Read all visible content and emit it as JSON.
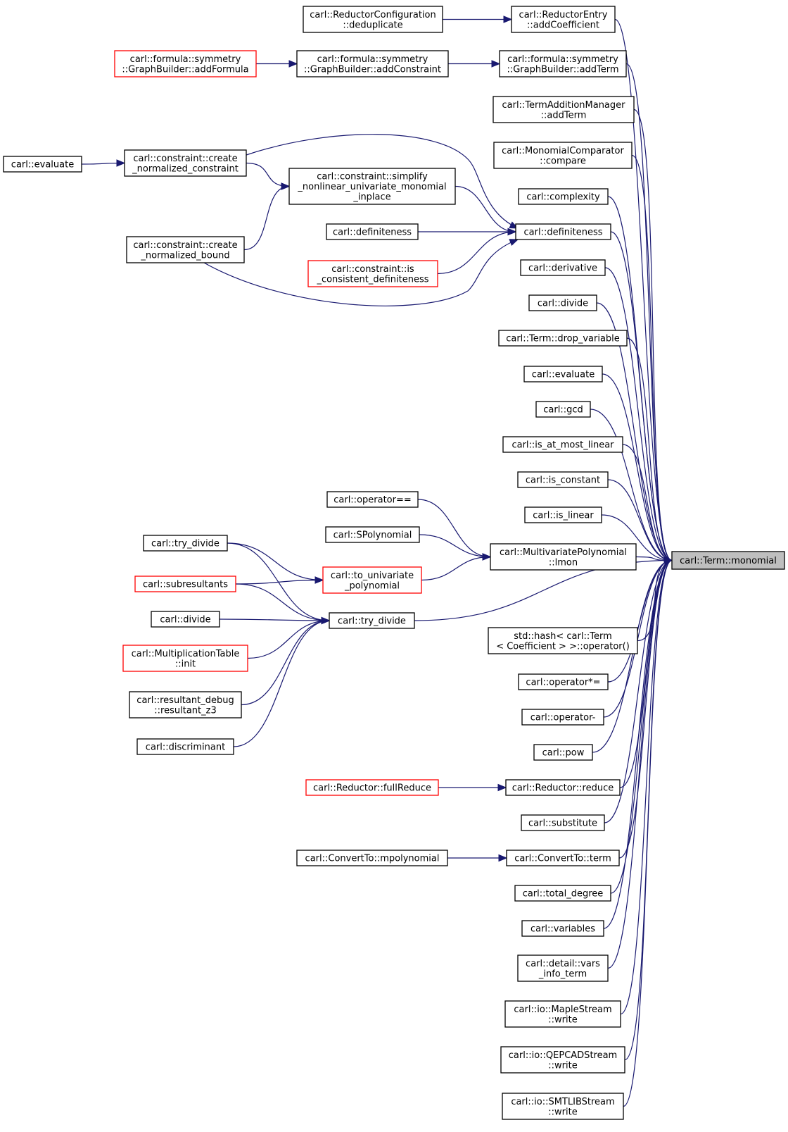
{
  "graph": {
    "target": "carl::Term::monomial",
    "colors": {
      "edge": "#191970",
      "node_border": "#000000",
      "node_border_undocumented": "#ff0000",
      "target_fill": "#bfbfbf"
    },
    "nodes": {
      "monomial": {
        "lines": [
          "carl::Term::monomial"
        ],
        "style": "target"
      },
      "re_addCoefficient": {
        "lines": [
          "carl::ReductorEntry",
          "::addCoefficient"
        ],
        "style": "normal"
      },
      "rc_deduplicate": {
        "lines": [
          "carl::ReductorConfiguration",
          "::deduplicate"
        ],
        "style": "normal"
      },
      "gb_addTerm": {
        "lines": [
          "carl::formula::symmetry",
          "::GraphBuilder::addTerm"
        ],
        "style": "normal"
      },
      "gb_addConstraint": {
        "lines": [
          "carl::formula::symmetry",
          "::GraphBuilder::addConstraint"
        ],
        "style": "normal"
      },
      "gb_addFormula": {
        "lines": [
          "carl::formula::symmetry",
          "::GraphBuilder::addFormula"
        ],
        "style": "red"
      },
      "tam_addTerm": {
        "lines": [
          "carl::TermAdditionManager",
          "::addTerm"
        ],
        "style": "normal"
      },
      "mc_compare": {
        "lines": [
          "carl::MonomialComparator",
          "::compare"
        ],
        "style": "normal"
      },
      "complexity": {
        "lines": [
          "carl::complexity"
        ],
        "style": "normal"
      },
      "definiteness_main": {
        "lines": [
          "carl::definiteness"
        ],
        "style": "normal"
      },
      "definiteness_b": {
        "lines": [
          "carl::definiteness"
        ],
        "style": "normal"
      },
      "simplify": {
        "lines": [
          "carl::constraint::simplify",
          "_nonlinear_univariate_monomial",
          "_inplace"
        ],
        "style": "normal"
      },
      "create_constraint": {
        "lines": [
          "carl::constraint::create",
          "_normalized_constraint"
        ],
        "style": "normal"
      },
      "create_bound": {
        "lines": [
          "carl::constraint::create",
          "_normalized_bound"
        ],
        "style": "normal"
      },
      "evaluate_left": {
        "lines": [
          "carl::evaluate"
        ],
        "style": "normal"
      },
      "is_consistent": {
        "lines": [
          "carl::constraint::is",
          "_consistent_definiteness"
        ],
        "style": "red"
      },
      "derivative": {
        "lines": [
          "carl::derivative"
        ],
        "style": "normal"
      },
      "divide_main": {
        "lines": [
          "carl::divide"
        ],
        "style": "normal"
      },
      "drop_variable": {
        "lines": [
          "carl::Term::drop_variable"
        ],
        "style": "normal"
      },
      "evaluate_main": {
        "lines": [
          "carl::evaluate"
        ],
        "style": "normal"
      },
      "gcd": {
        "lines": [
          "carl::gcd"
        ],
        "style": "normal"
      },
      "is_at_most_linear": {
        "lines": [
          "carl::is_at_most_linear"
        ],
        "style": "normal"
      },
      "is_constant": {
        "lines": [
          "carl::is_constant"
        ],
        "style": "normal"
      },
      "is_linear": {
        "lines": [
          "carl::is_linear"
        ],
        "style": "normal"
      },
      "operator_eq": {
        "lines": [
          "carl::operator=="
        ],
        "style": "normal"
      },
      "spolynomial": {
        "lines": [
          "carl::SPolynomial"
        ],
        "style": "normal"
      },
      "mp_lmon": {
        "lines": [
          "carl::MultivariatePolynomial",
          "::lmon"
        ],
        "style": "normal"
      },
      "to_univariate": {
        "lines": [
          "carl::to_univariate",
          "_polynomial"
        ],
        "style": "red"
      },
      "try_divide_b": {
        "lines": [
          "carl::try_divide"
        ],
        "style": "normal"
      },
      "subresultants": {
        "lines": [
          "carl::subresultants"
        ],
        "style": "red"
      },
      "try_divide_main": {
        "lines": [
          "carl::try_divide"
        ],
        "style": "normal"
      },
      "divide_b": {
        "lines": [
          "carl::divide"
        ],
        "style": "normal"
      },
      "mt_init": {
        "lines": [
          "carl::MultiplicationTable",
          "::init"
        ],
        "style": "red"
      },
      "resultant_z3": {
        "lines": [
          "carl::resultant_debug",
          "::resultant_z3"
        ],
        "style": "normal"
      },
      "discriminant": {
        "lines": [
          "carl::discriminant"
        ],
        "style": "normal"
      },
      "std_hash": {
        "lines": [
          "std::hash< carl::Term",
          "< Coefficient > >::operator()"
        ],
        "style": "normal"
      },
      "operator_mul": {
        "lines": [
          "carl::operator*="
        ],
        "style": "normal"
      },
      "operator_minus": {
        "lines": [
          "carl::operator-"
        ],
        "style": "normal"
      },
      "pow": {
        "lines": [
          "carl::pow"
        ],
        "style": "normal"
      },
      "reductor_reduce": {
        "lines": [
          "carl::Reductor::reduce"
        ],
        "style": "normal"
      },
      "full_reduce": {
        "lines": [
          "carl::Reductor::fullReduce"
        ],
        "style": "red"
      },
      "substitute": {
        "lines": [
          "carl::substitute"
        ],
        "style": "normal"
      },
      "convert_term": {
        "lines": [
          "carl::ConvertTo::term"
        ],
        "style": "normal"
      },
      "convert_mpoly": {
        "lines": [
          "carl::ConvertTo::mpolynomial"
        ],
        "style": "normal"
      },
      "total_degree": {
        "lines": [
          "carl::total_degree"
        ],
        "style": "normal"
      },
      "variables": {
        "lines": [
          "carl::variables"
        ],
        "style": "normal"
      },
      "vars_info_term": {
        "lines": [
          "carl::detail::vars",
          "_info_term"
        ],
        "style": "normal"
      },
      "maple_write": {
        "lines": [
          "carl::io::MapleStream",
          "::write"
        ],
        "style": "normal"
      },
      "qepcad_write": {
        "lines": [
          "carl::io::QEPCADStream",
          "::write"
        ],
        "style": "normal"
      },
      "smtlib_write": {
        "lines": [
          "carl::io::SMTLIBStream",
          "::write"
        ],
        "style": "normal"
      }
    },
    "edges": [
      [
        "rc_deduplicate",
        "re_addCoefficient"
      ],
      [
        "gb_addFormula",
        "gb_addConstraint"
      ],
      [
        "gb_addConstraint",
        "gb_addTerm"
      ],
      [
        "evaluate_left",
        "create_constraint"
      ],
      [
        "create_constraint",
        "simplify"
      ],
      [
        "create_constraint",
        "definiteness_main"
      ],
      [
        "create_bound",
        "simplify"
      ],
      [
        "create_bound",
        "definiteness_main"
      ],
      [
        "simplify",
        "definiteness_main"
      ],
      [
        "definiteness_b",
        "definiteness_main"
      ],
      [
        "is_consistent",
        "definiteness_main"
      ],
      [
        "operator_eq",
        "mp_lmon"
      ],
      [
        "spolynomial",
        "mp_lmon"
      ],
      [
        "to_univariate",
        "mp_lmon"
      ],
      [
        "try_divide_b",
        "to_univariate"
      ],
      [
        "subresultants",
        "to_univariate"
      ],
      [
        "try_divide_b",
        "try_divide_main"
      ],
      [
        "subresultants",
        "try_divide_main"
      ],
      [
        "divide_b",
        "try_divide_main"
      ],
      [
        "mt_init",
        "try_divide_main"
      ],
      [
        "resultant_z3",
        "try_divide_main"
      ],
      [
        "discriminant",
        "try_divide_main"
      ],
      [
        "full_reduce",
        "reductor_reduce"
      ],
      [
        "convert_mpoly",
        "convert_term"
      ],
      [
        "re_addCoefficient",
        "monomial"
      ],
      [
        "gb_addTerm",
        "monomial"
      ],
      [
        "tam_addTerm",
        "monomial"
      ],
      [
        "mc_compare",
        "monomial"
      ],
      [
        "complexity",
        "monomial"
      ],
      [
        "definiteness_main",
        "monomial"
      ],
      [
        "derivative",
        "monomial"
      ],
      [
        "divide_main",
        "monomial"
      ],
      [
        "drop_variable",
        "monomial"
      ],
      [
        "evaluate_main",
        "monomial"
      ],
      [
        "gcd",
        "monomial"
      ],
      [
        "is_at_most_linear",
        "monomial"
      ],
      [
        "is_constant",
        "monomial"
      ],
      [
        "is_linear",
        "monomial"
      ],
      [
        "mp_lmon",
        "monomial"
      ],
      [
        "try_divide_main",
        "monomial"
      ],
      [
        "std_hash",
        "monomial"
      ],
      [
        "operator_mul",
        "monomial"
      ],
      [
        "operator_minus",
        "monomial"
      ],
      [
        "pow",
        "monomial"
      ],
      [
        "reductor_reduce",
        "monomial"
      ],
      [
        "substitute",
        "monomial"
      ],
      [
        "convert_term",
        "monomial"
      ],
      [
        "total_degree",
        "monomial"
      ],
      [
        "variables",
        "monomial"
      ],
      [
        "vars_info_term",
        "monomial"
      ],
      [
        "maple_write",
        "monomial"
      ],
      [
        "qepcad_write",
        "monomial"
      ],
      [
        "smtlib_write",
        "monomial"
      ]
    ]
  }
}
